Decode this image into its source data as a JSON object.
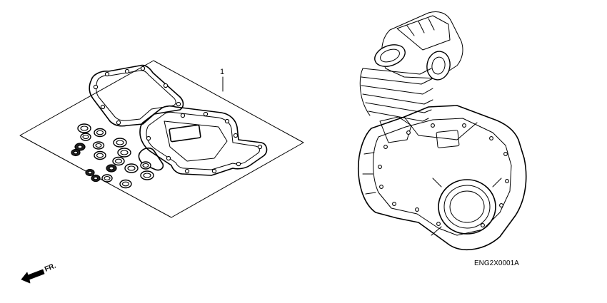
{
  "callouts": [
    {
      "id": "1",
      "text": "1"
    }
  ],
  "diagram_code": "ENG2X0001A",
  "front_arrow_label": "FR."
}
